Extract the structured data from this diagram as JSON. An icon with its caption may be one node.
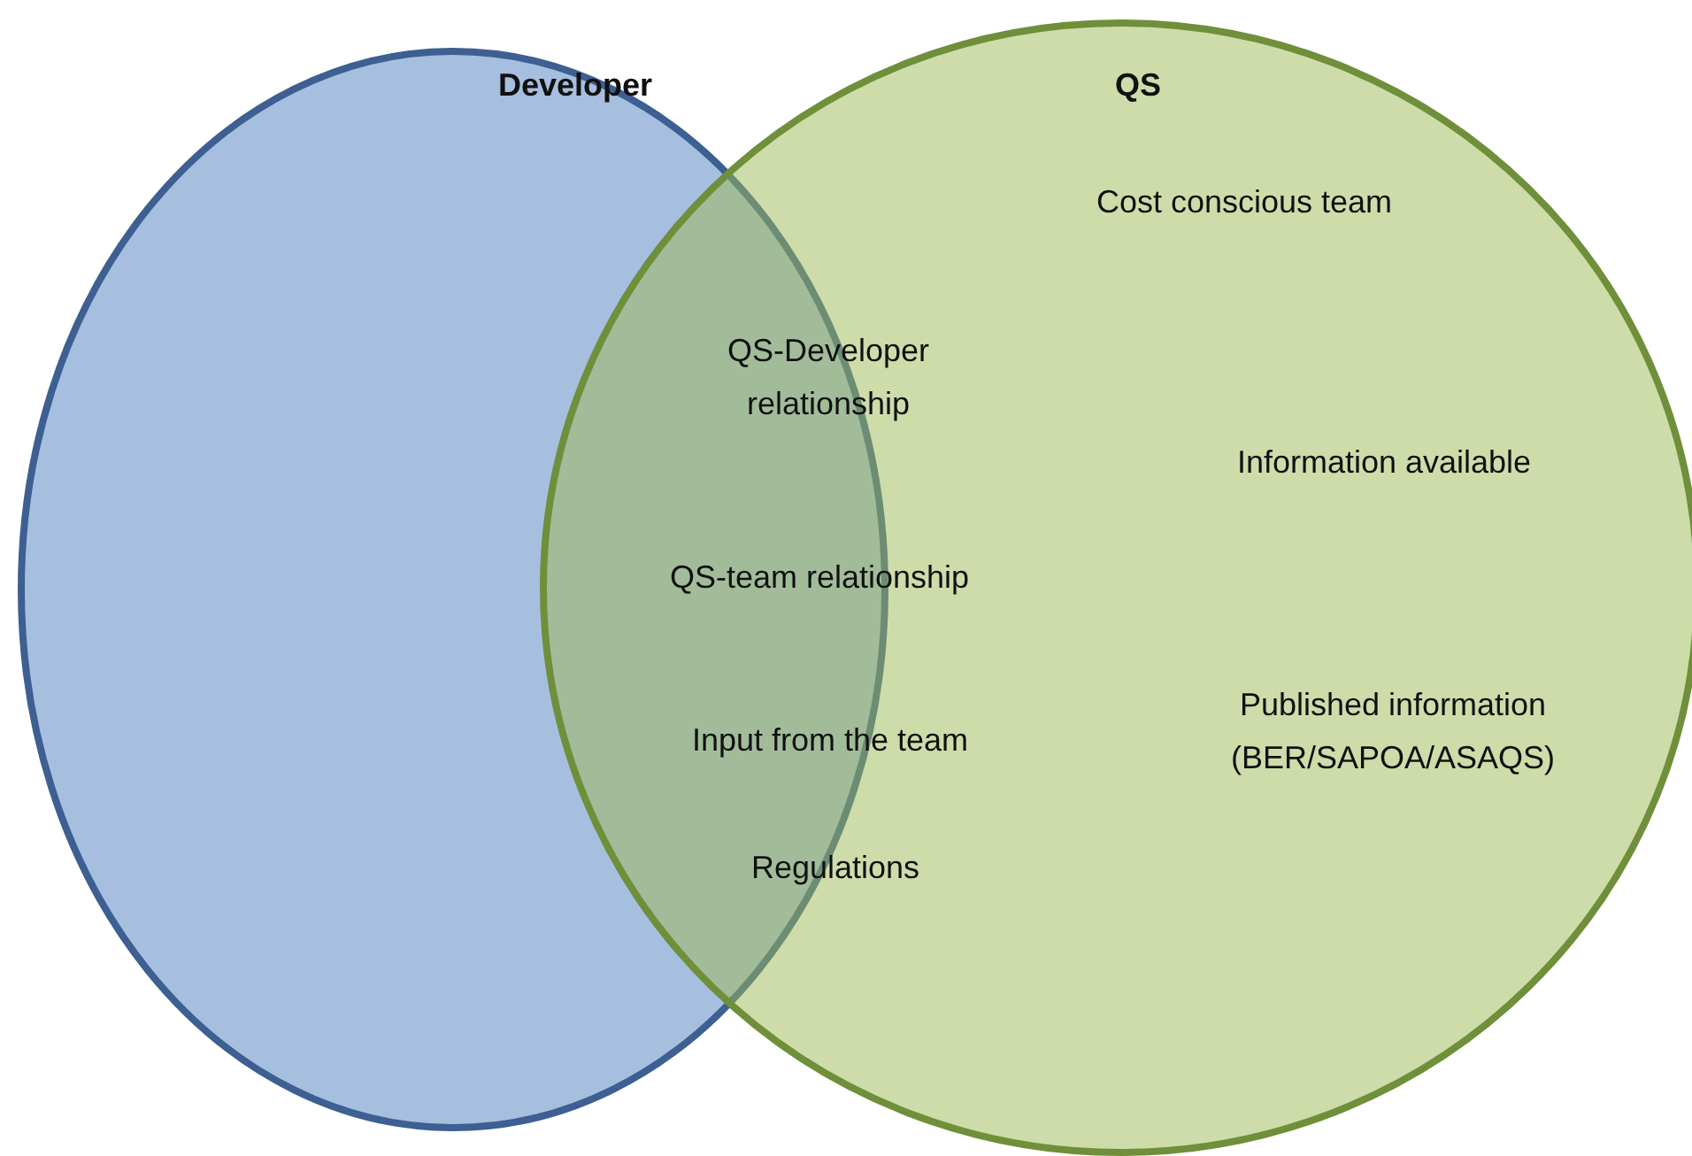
{
  "diagram": {
    "nodes": [
      {
        "text": [
          "Developer"
        ]
      },
      {
        "text": [
          "QS",
          "Cost conscious team",
          "Information available",
          "Published information (BER/SAPOA/ASAQS)"
        ]
      }
    ],
    "labels": [
      "QS-Developer relationship",
      "QS-team relationship",
      "Input from the team",
      "Regulations"
    ]
  }
}
